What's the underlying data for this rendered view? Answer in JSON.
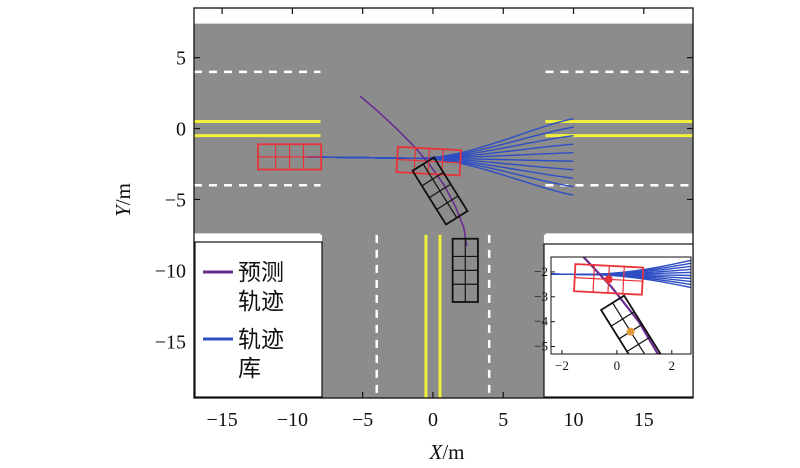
{
  "chart_data": [
    {
      "type": "scatter",
      "xlabel_var": "X",
      "xlabel_unit": "/m",
      "ylabel_var": "Y",
      "ylabel_unit": "/m",
      "xlim": [
        -17,
        18.5
      ],
      "ylim": [
        -19,
        8.5
      ],
      "xticks": [
        -15,
        -10,
        -5,
        0,
        5,
        10,
        15
      ],
      "yticks": [
        5,
        0,
        -5,
        -10,
        -15
      ],
      "grid": false,
      "legend_position": "bottom-left",
      "legend": [
        {
          "label_line1": "预测",
          "label_line2": "轨迹",
          "color": "#6a2c91"
        },
        {
          "label_line1": "轨迹",
          "label_line2": "库",
          "color": "#2e4fc4"
        }
      ],
      "colors": {
        "road": "#8c8c8c",
        "white_line": "#ffffff",
        "yellow_line": "#f0f03c",
        "ego_vehicle": "#e8333a",
        "other_vehicle": "#111111",
        "predicted_trajectory": "#6a2c91",
        "trajectory_library": "#2e4fc4"
      },
      "ego_vehicle": {
        "x": -10.2,
        "y": -2.0
      },
      "ego_future_vehicle": {
        "x": -0.3,
        "y": -2.3
      },
      "other_vehicle_current": {
        "x": 2.3,
        "y": -10.0
      },
      "other_vehicle_future": {
        "x": 0.5,
        "y": -4.4
      },
      "predicted_trajectory": {
        "x": [
          -5.2,
          -3.9,
          -2.6,
          -1.3,
          -0.2,
          0.8,
          1.6,
          2.2,
          2.4
        ],
        "y": [
          2.3,
          1.2,
          0.0,
          -1.3,
          -2.6,
          -4.0,
          -5.5,
          -7.0,
          -8.3
        ]
      },
      "trajectory_library": {
        "start": {
          "x": -9.0,
          "y": -2.0
        },
        "branch": {
          "x": -1.2,
          "y": -2.1
        },
        "end_x": 10.0,
        "end_y": [
          0.7,
          0.1,
          -0.5,
          -1.1,
          -1.7,
          -2.3,
          -2.9,
          -3.5,
          -4.1,
          -4.7
        ]
      },
      "inset": {
        "xlim": [
          -2.4,
          2.7
        ],
        "ylim": [
          -5.3,
          -1.4
        ],
        "xticks": [
          -2,
          0,
          2
        ],
        "yticks": [
          -2,
          -3,
          -4,
          -5
        ]
      }
    }
  ]
}
